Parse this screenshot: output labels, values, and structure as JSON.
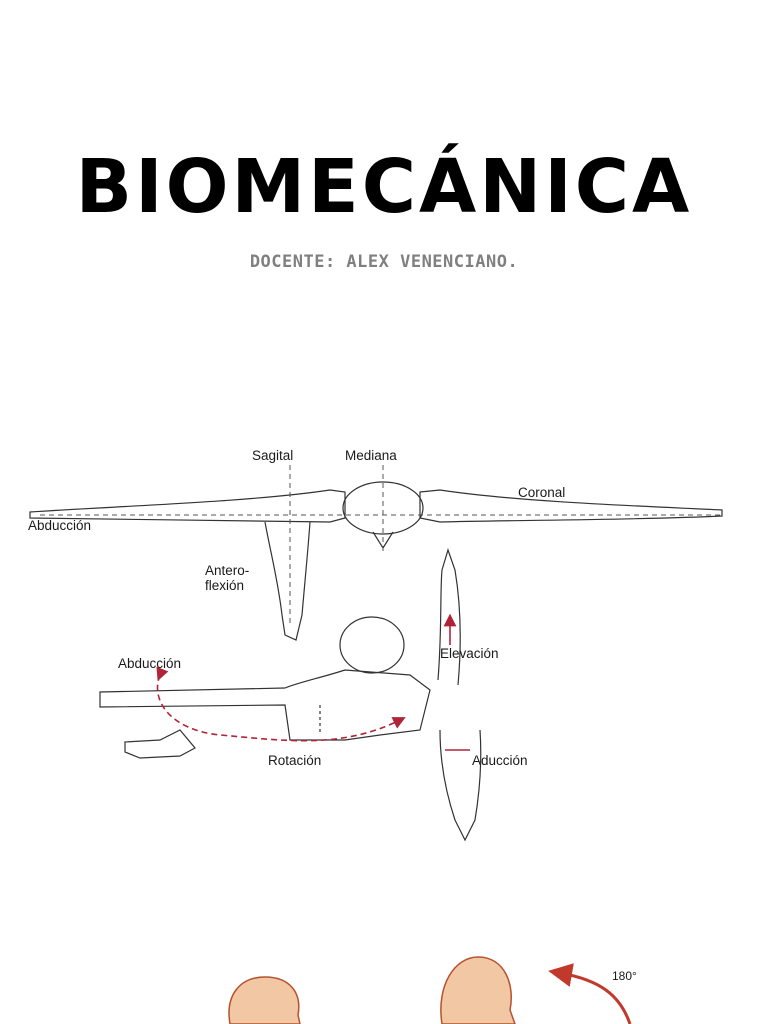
{
  "title": "BIOMECÁNICA",
  "subtitle": "DOCENTE: ALEX VENENCIANO.",
  "figure1": {
    "labels": {
      "sagital": "Sagital",
      "mediana": "Mediana",
      "coronal": "Coronal",
      "abduccion_top": "Abducción",
      "antero1": "Antero-",
      "antero2": "flexión",
      "abduccion_mid": "Abducción",
      "elevacion": "Elevación",
      "rotacion": "Rotación",
      "aduccion": "Aducción"
    }
  },
  "figure2": {
    "angle_label": "180°"
  },
  "colors": {
    "title": "#000000",
    "subtitle": "#808080",
    "arrow": "#b0243a",
    "skin": "#f2c7a4",
    "skin_outline": "#b5522e"
  }
}
